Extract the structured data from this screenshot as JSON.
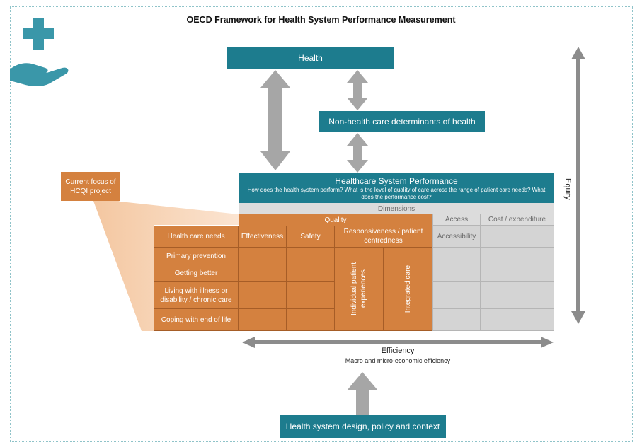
{
  "title": "OECD Framework for Health System Performance Measurement",
  "health": "Health",
  "non_health": "Non-health care determinants of health",
  "performance": {
    "title": "Healthcare System Performance",
    "subtitle": "How does the health system perform? What is the level of quality of care across the range of patient care needs? What does the performance cost?"
  },
  "dimensions": "Dimensions",
  "headers": {
    "quality": "Quality",
    "access": "Access",
    "cost": "Cost / expenditure",
    "effectiveness": "Effectiveness",
    "safety": "Safety",
    "responsiveness": "Responsiveness / patient centredness",
    "accessibility": "Accessibility"
  },
  "needs": [
    "Health care needs",
    "Primary prevention",
    "Getting better",
    "Living with illness or disability / chronic care",
    "Coping with end of life"
  ],
  "vertical_labels": {
    "individual": "Individual patient experiences",
    "integrated": "Integrated care"
  },
  "focus_label": "Current focus of HCQI project",
  "equity": "Equity",
  "efficiency": {
    "title": "Efficiency",
    "subtitle": "Macro and micro-economic efficiency"
  },
  "context": "Health system design, policy and context",
  "colors": {
    "teal": "#1d7c8e",
    "orange": "#d4813f",
    "light_orange": "#f2c8a2",
    "grey": "#d4d4d4",
    "arrow_grey": "#a6a6a6"
  }
}
